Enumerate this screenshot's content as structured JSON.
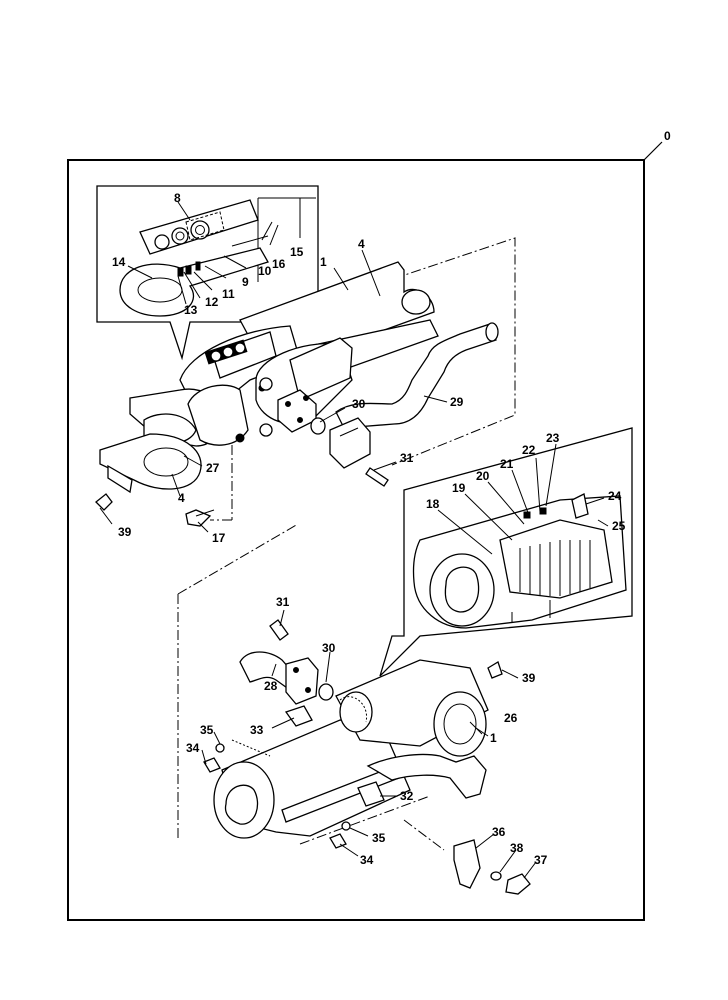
{
  "sheet_number": "0",
  "callouts": {
    "n1a": "1",
    "n1b": "1",
    "n4a": "4",
    "n4b": "4",
    "n8": "8",
    "n9": "9",
    "n10": "10",
    "n11": "11",
    "n12": "12",
    "n13": "13",
    "n14": "14",
    "n15": "15",
    "n16": "16",
    "n17": "17",
    "n18": "18",
    "n19": "19",
    "n20": "20",
    "n21": "21",
    "n22": "22",
    "n23": "23",
    "n24": "24",
    "n25": "25",
    "n26": "26",
    "n27": "27",
    "n28": "28",
    "n29": "29",
    "n30a": "30",
    "n30b": "30",
    "n31a": "31",
    "n31b": "31",
    "n32": "32",
    "n33": "33",
    "n34a": "34",
    "n34b": "34",
    "n35a": "35",
    "n35b": "35",
    "n36": "36",
    "n37": "37",
    "n38": "38",
    "n39a": "39",
    "n39b": "39"
  }
}
